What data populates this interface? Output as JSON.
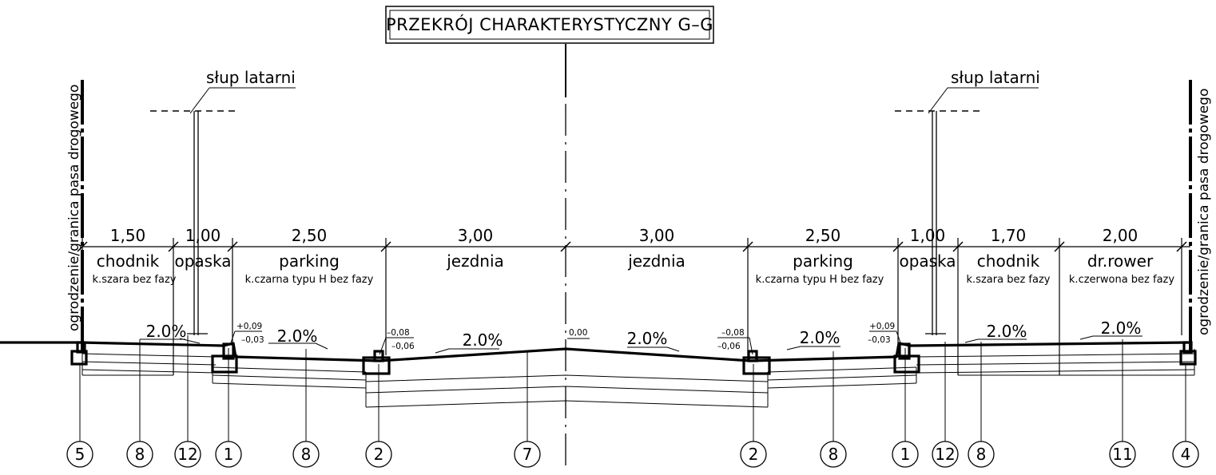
{
  "title": "PRZEKRÓJ CHARAKTERYSTYCZNY G–G",
  "side_labels": {
    "left": "ogrodzenie/granica pasa drogowego",
    "right": "ogrodzenie/granica pasa drogowego"
  },
  "lamp_posts": [
    {
      "label": "słup latarni"
    },
    {
      "label": "słup latarni"
    }
  ],
  "dimensions": [
    {
      "value": "1,50",
      "name": "chodnik",
      "surface": "k.szara bez fazy"
    },
    {
      "value": "1,00",
      "name": "opaska",
      "surface": ""
    },
    {
      "value": "2,50",
      "name": "parking",
      "surface": "k.czarna typu H bez fazy"
    },
    {
      "value": "3,00",
      "name": "jezdnia",
      "surface": ""
    },
    {
      "value": "3,00",
      "name": "jezdnia",
      "surface": ""
    },
    {
      "value": "2,50",
      "name": "parking",
      "surface": "k.czarna typu H bez fazy"
    },
    {
      "value": "1,00",
      "name": "opaska",
      "surface": ""
    },
    {
      "value": "1,70",
      "name": "chodnik",
      "surface": "k.szara bez fazy"
    },
    {
      "value": "2,00",
      "name": "dr.rower",
      "surface": "k.czerwona bez fazy"
    }
  ],
  "slopes": [
    "2.0%",
    "2.0%",
    "2.0%",
    "2.0%",
    "2.0%",
    "2.0%",
    "2.0%"
  ],
  "elevations": [
    {
      "top": "+0,09",
      "bottom": "–0,03"
    },
    {
      "top": "–0,08",
      "bottom": "–0,06"
    },
    {
      "top": "0,00",
      "bottom": ""
    },
    {
      "top": "–0,08",
      "bottom": "–0,06"
    },
    {
      "top": "+0,09",
      "bottom": "–0,03"
    }
  ],
  "markers": [
    "5",
    "8",
    "12",
    "1",
    "8",
    "2",
    "7",
    "2",
    "8",
    "1",
    "12",
    "8",
    "11",
    "4"
  ]
}
